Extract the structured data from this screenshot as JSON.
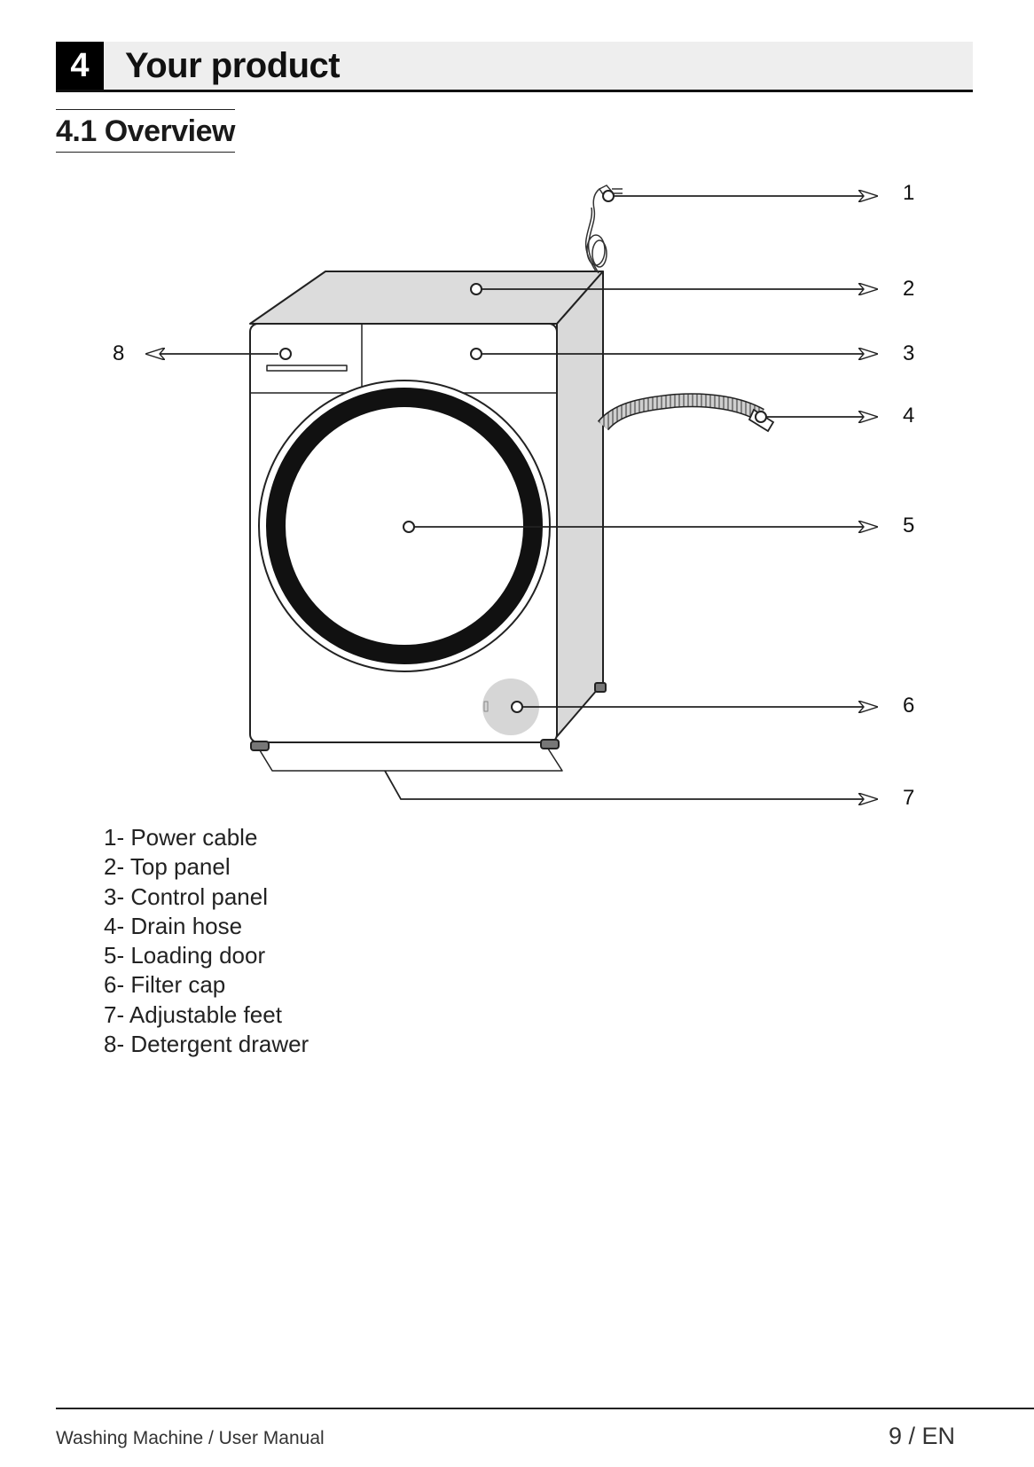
{
  "header": {
    "chapter_number": "4",
    "chapter_title": "Your product",
    "section_title": "4.1 Overview"
  },
  "diagram": {
    "callouts": [
      "1",
      "2",
      "3",
      "4",
      "5",
      "6",
      "7",
      "8"
    ],
    "icons": [
      "washing-machine-illustration",
      "power-plug-icon",
      "drain-hose-icon"
    ]
  },
  "parts": [
    "1- Power cable",
    "2- Top panel",
    "3- Control panel",
    "4- Drain hose",
    "5- Loading door",
    "6- Filter cap",
    "7- Adjustable feet",
    "8- Detergent drawer"
  ],
  "footer": {
    "document_name": "Washing Machine / User Manual",
    "page_label": "9 / EN"
  }
}
